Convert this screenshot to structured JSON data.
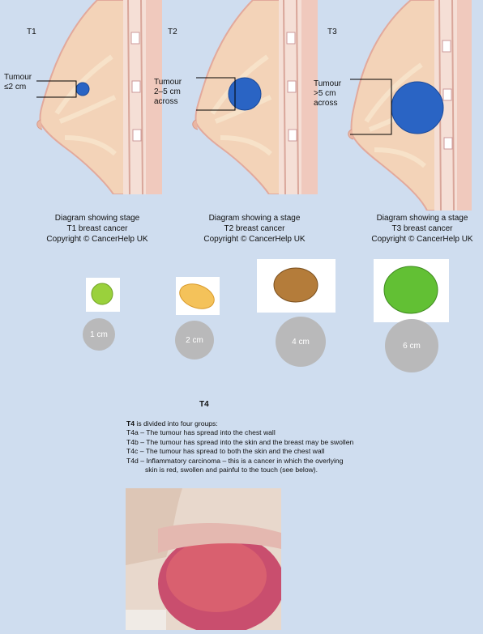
{
  "stages": [
    {
      "id": "T1",
      "tumour": [
        "Tumour",
        "≤2 cm"
      ],
      "caption": [
        "Diagram showing stage",
        "T1 breast cancer",
        "Copyright © CancerHelp UK"
      ]
    },
    {
      "id": "T2",
      "tumour": [
        "Tumour",
        "2–5 cm",
        "across"
      ],
      "caption": [
        "Diagram showing a stage",
        "T2 breast cancer",
        "Copyright © CancerHelp UK"
      ]
    },
    {
      "id": "T3",
      "tumour": [
        "Tumour",
        ">5 cm",
        "across"
      ],
      "caption": [
        "Diagram showing a stage",
        "T3 breast cancer",
        "Copyright © CancerHelp UK"
      ]
    }
  ],
  "sizes": [
    {
      "label": "1 cm",
      "object": "pea"
    },
    {
      "label": "2 cm",
      "object": "peanut"
    },
    {
      "label": "4 cm",
      "object": "walnut"
    },
    {
      "label": "6 cm",
      "object": "lime"
    }
  ],
  "t4": {
    "title": "T4",
    "intro_bold": "T4",
    "intro_rest": " is divided into four groups:",
    "items": [
      "T4a – The tumour has spread into the chest wall",
      "T4b – The tumour has spread into the skin and the breast may be swollen",
      "T4c – The tumour has spread to both the skin and the chest wall",
      "T4d – Inflammatory carcinoma – this is a cancer in which the overlying",
      "skin is red, swollen and painful to the touch (see below)."
    ]
  },
  "colors": {
    "background": "#cfddef",
    "tumour": "#2a64c4",
    "skin": "#f3d3b8",
    "circle": "#b9b9ba"
  }
}
